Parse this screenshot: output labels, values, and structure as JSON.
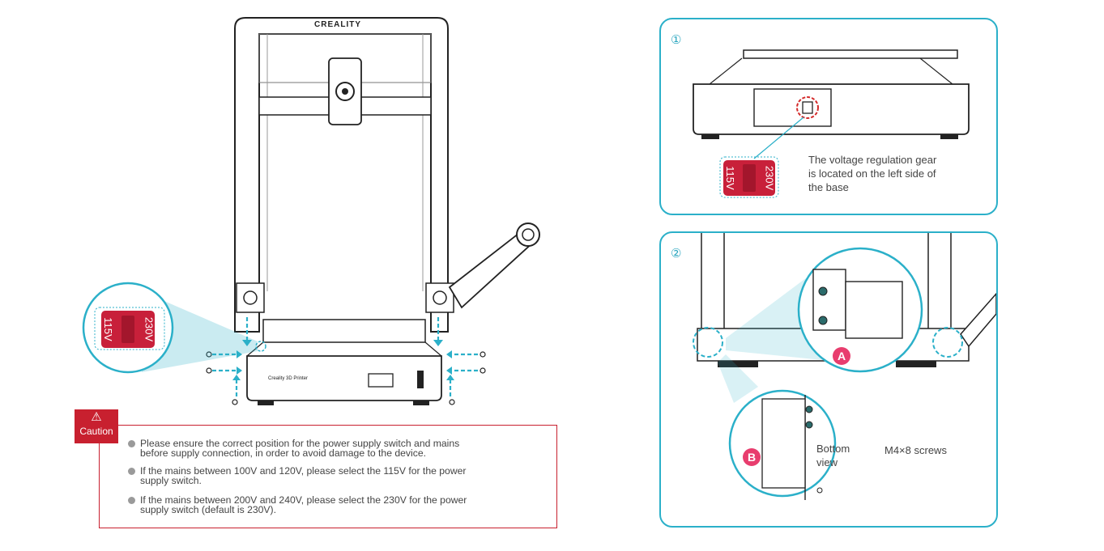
{
  "printer": {
    "brand": "CREALITY",
    "nameplate": "Creality 3D Printer"
  },
  "switch": {
    "left": "115V",
    "right": "230V"
  },
  "caution": {
    "label": "Caution",
    "notes": [
      "Please ensure the correct position for the power supply switch and mains",
      "before supply connection, in order to avoid damage to the device.",
      "If the mains between 100V and 120V, please select the 115V for the power",
      "supply switch.",
      "If the mains between 200V and 240V, please select the 230V for the power",
      "supply switch (default is 230V)."
    ]
  },
  "panel1": {
    "step": "①",
    "caption": [
      "The  voltage  regulation  gear",
      "is  located  on  the  left  side  of",
      "the base"
    ]
  },
  "panel2": {
    "step": "②",
    "badge_a": "A",
    "badge_b": "B",
    "bottom_view": [
      "Bottom",
      "view"
    ],
    "screws": "M4×8 screws"
  },
  "colors": {
    "accent": "#2bb0c9",
    "switch": "#c8203a",
    "caution": "#c8202f",
    "badge": "#e83d6e"
  }
}
